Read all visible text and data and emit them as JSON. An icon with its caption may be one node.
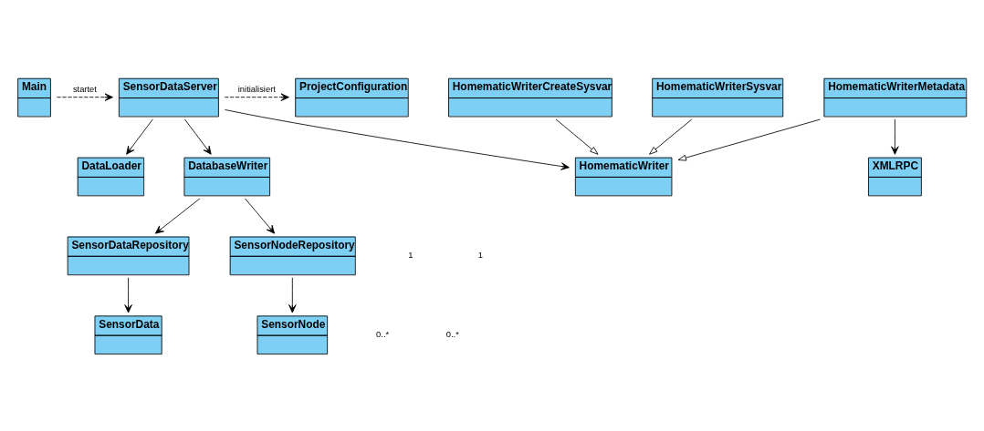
{
  "diagram": {
    "nodes": [
      {
        "text": [
          "Main"
        ]
      },
      {
        "text": [
          "SensorDataServer"
        ]
      },
      {
        "text": [
          "ProjectConfiguration"
        ]
      },
      {
        "text": [
          "HomematicWriterCreateSysvar"
        ]
      },
      {
        "text": [
          "DataLoader"
        ]
      },
      {
        "text": [
          "DatabaseWriter"
        ]
      },
      {
        "text": [
          "HomematicWriter"
        ]
      },
      {
        "text": [
          "HomematicWriterSysvar"
        ]
      },
      {
        "text": [
          "HomematicWriterMetadata"
        ]
      },
      {
        "text": [
          "SensorDataRepository"
        ]
      },
      {
        "text": [
          "SensorNodeRepository"
        ]
      },
      {
        "text": [
          "SensorData"
        ]
      },
      {
        "text": [
          "SensorNode"
        ]
      },
      {
        "text": [
          "XMLRPC"
        ]
      }
    ],
    "edges": [
      {
        "from": 0,
        "to": 1,
        "arrow": "to",
        "label": "startet",
        "style": "dashed"
      },
      {
        "from": 1,
        "to": 2,
        "arrow": "to",
        "label": "initialisiert",
        "style": "dashed"
      },
      {
        "from": 1,
        "to": 4,
        "arrow": "to"
      },
      {
        "from": 1,
        "to": 5,
        "arrow": "to"
      },
      {
        "from": 1,
        "to": 6,
        "arrow": "to"
      },
      {
        "from": 3,
        "to": 6,
        "arrow": "to"
      },
      {
        "from": 7,
        "to": 6,
        "arrow": "to"
      },
      {
        "from": 8,
        "to": 6,
        "arrow": "to"
      },
      {
        "from": 5,
        "to": 9,
        "arrow": "to"
      },
      {
        "from": 5,
        "to": 10,
        "arrow": "to"
      },
      {
        "from": 9,
        "to": 11,
        "arrow": "to"
      },
      {
        "from": 10,
        "to": 12,
        "arrow": "to"
      },
      {
        "from": 8,
        "to": 13,
        "arrow": "to"
      }
    ],
    "labels": [
      "1",
      "0..*",
      "1",
      "0..*"
    ]
  }
}
